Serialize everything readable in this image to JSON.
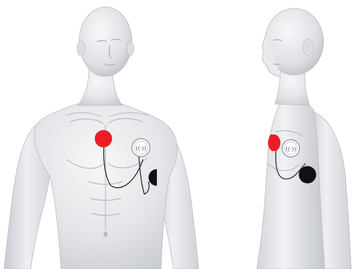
{
  "scene": {
    "views": [
      "front",
      "side"
    ]
  },
  "colors": {
    "background": "#ffffff",
    "skin": "#e6e7ea",
    "skin_light": "#f6f6f8",
    "skin_shadow": "#b9bcc2",
    "outline": "#9ea2a9",
    "electrode_positive": "#ec1c24",
    "electrode_negative": "#111111",
    "lead_wire": "#1a1a1a",
    "monitor_body": "#ffffff",
    "monitor_ring": "#8a8f97"
  },
  "monitor": {
    "icon": "cardiac-monitor-device-icon",
    "glyph": "((·))"
  },
  "electrodes": [
    {
      "id": "positive",
      "color_name": "red"
    },
    {
      "id": "negative",
      "color_name": "black"
    }
  ]
}
